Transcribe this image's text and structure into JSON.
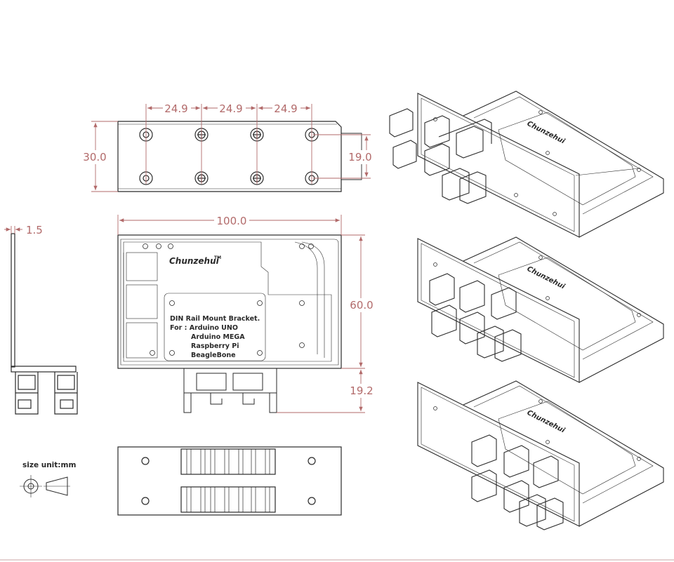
{
  "dimensions": {
    "pitch_1": "24.9",
    "pitch_2": "24.9",
    "pitch_3": "24.9",
    "height_top": "30.0",
    "hole_spacing": "19.0",
    "width": "100.0",
    "height_front": "60.0",
    "rail_depth": "19.2",
    "thickness": "1.5"
  },
  "board": {
    "brand": "Chunzehui",
    "trademark": "TM",
    "label_lines": [
      "DIN Rail Mount Bracket.",
      "For :  Arduino UNO",
      "Arduino MEGA",
      "Raspberry Pi",
      "BeagleBone"
    ]
  },
  "iso_brand": "Chunzehui",
  "legend": {
    "units": "size unit:mm"
  },
  "colors": {
    "line": "#2a2a2a",
    "dimension": "#b26a6a"
  }
}
